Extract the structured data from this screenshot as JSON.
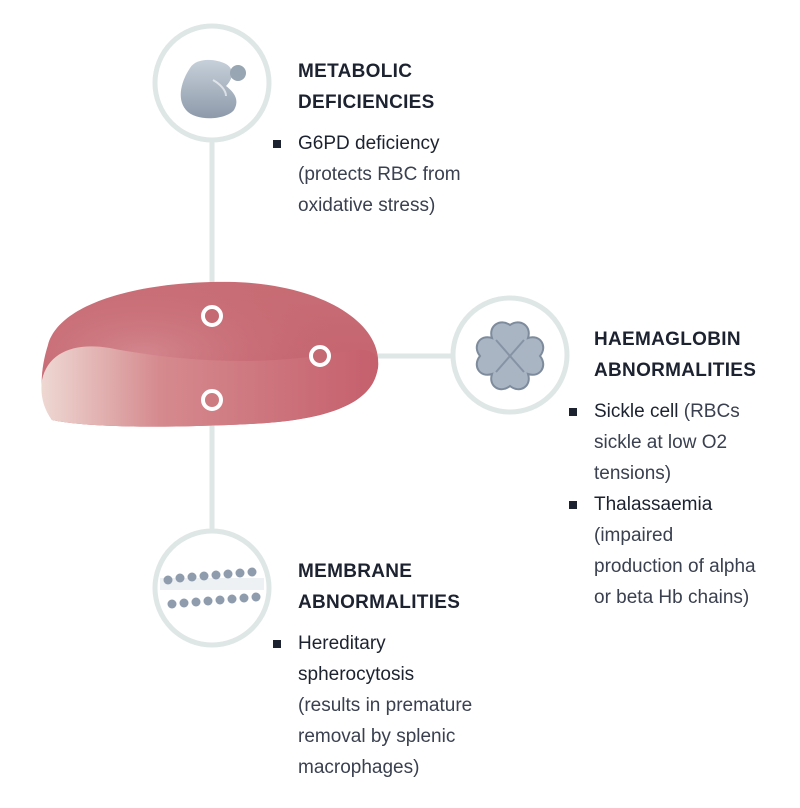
{
  "colors": {
    "cell_top": "#c96f77",
    "cell_bottom": "#e8cbc6",
    "connector": "#dfe6e6",
    "icon": "#9aa6b4",
    "text": "#1c2230"
  },
  "metabolic": {
    "icon": "metabolic-cell-icon",
    "heading_line1": "METABOLIC",
    "heading_line2": "DEFICIENCIES",
    "item_title": "G6PD deficiency",
    "item_desc_line1": "(protects RBC from",
    "item_desc_line2": "oxidative stress)"
  },
  "haemoglobin": {
    "icon": "haemoglobin-molecule-icon",
    "heading_line1": "HAEMAGLOBIN",
    "heading_line2": "ABNORMALITIES",
    "item1_title": "Sickle cell",
    "item1_desc_part": " (RBCs",
    "item1_desc_line2": "sickle at low O2",
    "item1_desc_line3": "tensions)",
    "item2_title": "Thalassaemia",
    "item2_desc_line1": "(impaired",
    "item2_desc_line2": "production of alpha",
    "item2_desc_line3": "or beta Hb chains)"
  },
  "membrane": {
    "icon": "membrane-bilayer-icon",
    "heading_line1": "MEMBRANE",
    "heading_line2": "ABNORMALITIES",
    "item_title_line1": "Hereditary",
    "item_title_line2": "spherocytosis",
    "item_desc_line1": "(results in premature",
    "item_desc_line2": "removal by splenic",
    "item_desc_line3": "macrophages)"
  }
}
